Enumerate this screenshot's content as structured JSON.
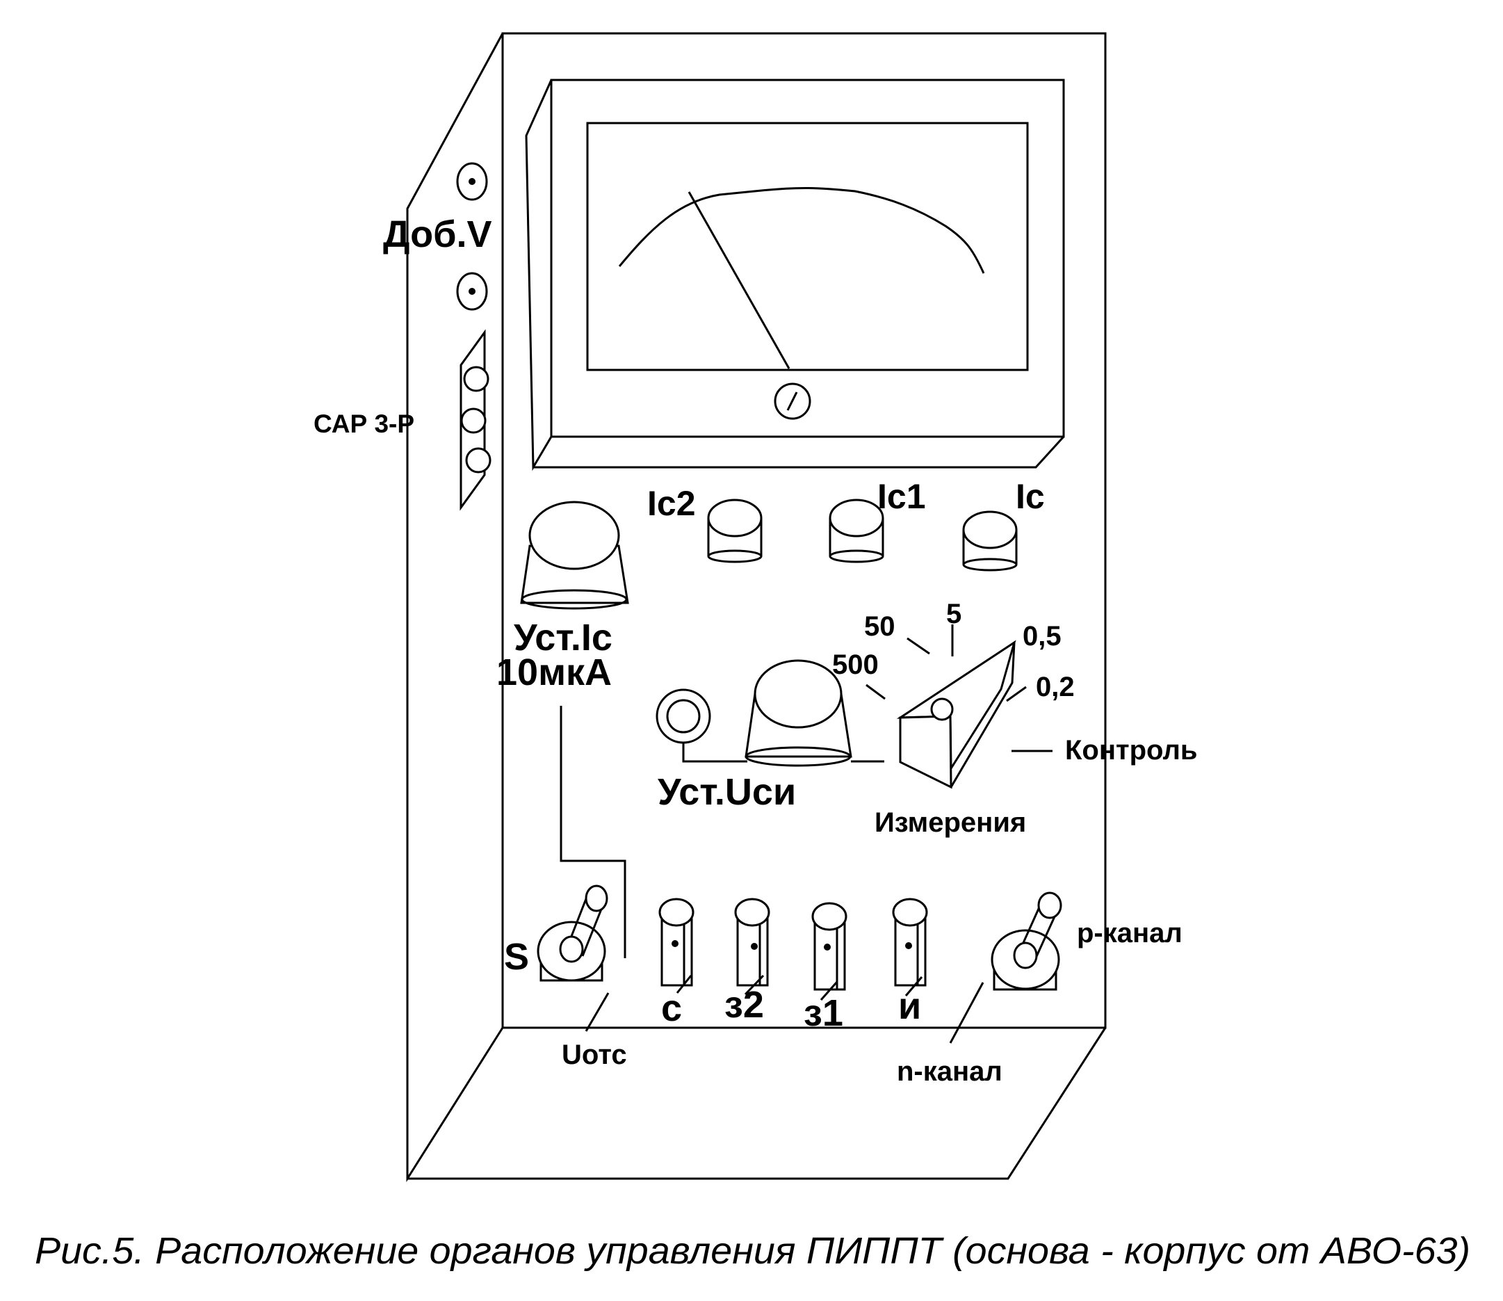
{
  "labels": {
    "dob_v": "Доб.V",
    "sar": "САР 3-Р",
    "ic2": "Ic2",
    "ic1": "Ic1",
    "ic": "Ic",
    "ust_ic_line1": "Уст.Ic",
    "ust_ic_line2": "10мкА",
    "range_500": "500",
    "range_50": "50",
    "range_5": "5",
    "range_0_5": "0,5",
    "range_0_2": "0,2",
    "kontrol": "Контроль",
    "ust_uci": "Уст.Uси",
    "izmereniya": "Измерения",
    "s": "S",
    "p_kanal": "р-канал",
    "n_kanal": "n-канал",
    "uots": "Uотс",
    "term_c": "с",
    "term_z2": "з2",
    "term_z1": "з1",
    "term_i": "и"
  },
  "caption": "Рис.5. Расположение органов управления ПИППТ (основа - корпус от АВО-63)"
}
